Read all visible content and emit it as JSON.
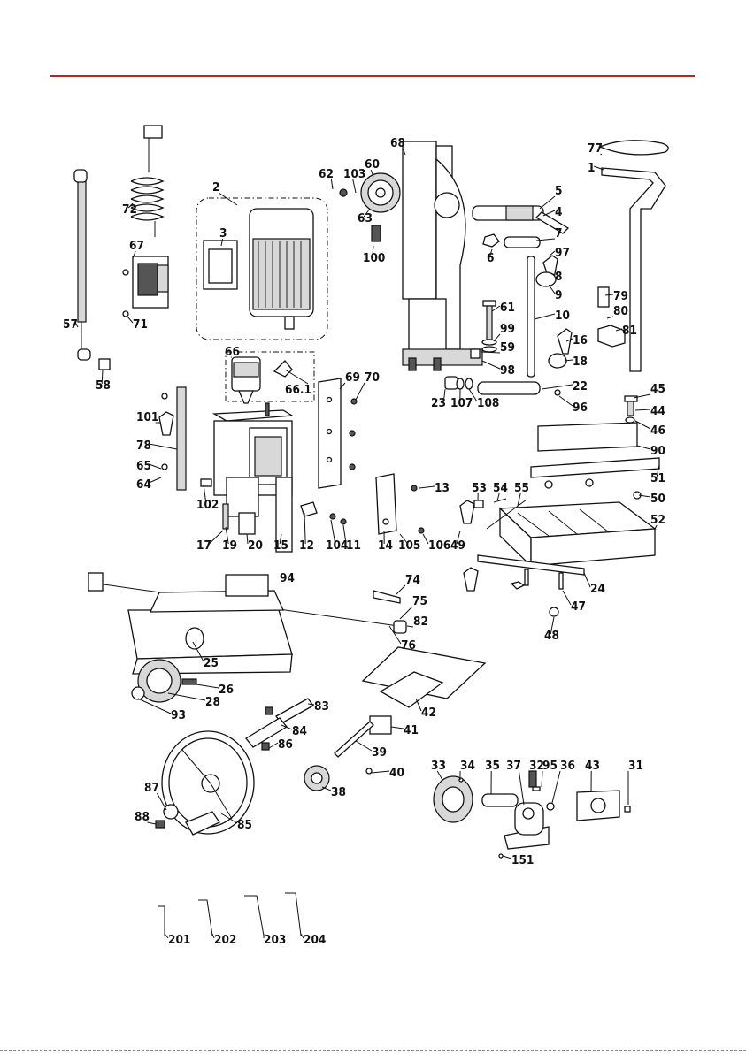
{
  "header": {
    "rule_color": "#b22a1a"
  },
  "assemblies": {
    "motor": {
      "label": "2"
    },
    "drill_chuck": {
      "label": "66"
    }
  },
  "callouts": [
    {
      "id": "77",
      "text": "77"
    },
    {
      "id": "1",
      "text": "1"
    },
    {
      "id": "68",
      "text": "68"
    },
    {
      "id": "60",
      "text": "60"
    },
    {
      "id": "62",
      "text": "62"
    },
    {
      "id": "103",
      "text": "103"
    },
    {
      "id": "2",
      "text": "2"
    },
    {
      "id": "72",
      "text": "72"
    },
    {
      "id": "3",
      "text": "3"
    },
    {
      "id": "5",
      "text": "5"
    },
    {
      "id": "4",
      "text": "4"
    },
    {
      "id": "63",
      "text": "63"
    },
    {
      "id": "7",
      "text": "7"
    },
    {
      "id": "6",
      "text": "6"
    },
    {
      "id": "97",
      "text": "97"
    },
    {
      "id": "100",
      "text": "100"
    },
    {
      "id": "67",
      "text": "67"
    },
    {
      "id": "8",
      "text": "8"
    },
    {
      "id": "9",
      "text": "9"
    },
    {
      "id": "79",
      "text": "79"
    },
    {
      "id": "80",
      "text": "80"
    },
    {
      "id": "81",
      "text": "81"
    },
    {
      "id": "57",
      "text": "57"
    },
    {
      "id": "71",
      "text": "71"
    },
    {
      "id": "61",
      "text": "61"
    },
    {
      "id": "99",
      "text": "99"
    },
    {
      "id": "59",
      "text": "59"
    },
    {
      "id": "10",
      "text": "10"
    },
    {
      "id": "16",
      "text": "16"
    },
    {
      "id": "18",
      "text": "18"
    },
    {
      "id": "98",
      "text": "98"
    },
    {
      "id": "58",
      "text": "58"
    },
    {
      "id": "66",
      "text": "66"
    },
    {
      "id": "66.1",
      "text": "66.1"
    },
    {
      "id": "69",
      "text": "69"
    },
    {
      "id": "70",
      "text": "70"
    },
    {
      "id": "23",
      "text": "23"
    },
    {
      "id": "107",
      "text": "107"
    },
    {
      "id": "108",
      "text": "108"
    },
    {
      "id": "22",
      "text": "22"
    },
    {
      "id": "96",
      "text": "96"
    },
    {
      "id": "45",
      "text": "45"
    },
    {
      "id": "44",
      "text": "44"
    },
    {
      "id": "46",
      "text": "46"
    },
    {
      "id": "101",
      "text": "101"
    },
    {
      "id": "78",
      "text": "78"
    },
    {
      "id": "90",
      "text": "90"
    },
    {
      "id": "65",
      "text": "65"
    },
    {
      "id": "64",
      "text": "64"
    },
    {
      "id": "13",
      "text": "13"
    },
    {
      "id": "53",
      "text": "53"
    },
    {
      "id": "54",
      "text": "54"
    },
    {
      "id": "55",
      "text": "55"
    },
    {
      "id": "51",
      "text": "51"
    },
    {
      "id": "50",
      "text": "50"
    },
    {
      "id": "102",
      "text": "102"
    },
    {
      "id": "52",
      "text": "52"
    },
    {
      "id": "17",
      "text": "17"
    },
    {
      "id": "19",
      "text": "19"
    },
    {
      "id": "20",
      "text": "20"
    },
    {
      "id": "15",
      "text": "15"
    },
    {
      "id": "12",
      "text": "12"
    },
    {
      "id": "104",
      "text": "104"
    },
    {
      "id": "11",
      "text": "11"
    },
    {
      "id": "14",
      "text": "14"
    },
    {
      "id": "105",
      "text": "105"
    },
    {
      "id": "106",
      "text": "106"
    },
    {
      "id": "49",
      "text": "49"
    },
    {
      "id": "94",
      "text": "94"
    },
    {
      "id": "74",
      "text": "74"
    },
    {
      "id": "75",
      "text": "75"
    },
    {
      "id": "24",
      "text": "24"
    },
    {
      "id": "82",
      "text": "82"
    },
    {
      "id": "47",
      "text": "47"
    },
    {
      "id": "48",
      "text": "48"
    },
    {
      "id": "76",
      "text": "76"
    },
    {
      "id": "25",
      "text": "25"
    },
    {
      "id": "26",
      "text": "26"
    },
    {
      "id": "28",
      "text": "28"
    },
    {
      "id": "93",
      "text": "93"
    },
    {
      "id": "42",
      "text": "42"
    },
    {
      "id": "83",
      "text": "83"
    },
    {
      "id": "84",
      "text": "84"
    },
    {
      "id": "41",
      "text": "41"
    },
    {
      "id": "86",
      "text": "86"
    },
    {
      "id": "39",
      "text": "39"
    },
    {
      "id": "33",
      "text": "33"
    },
    {
      "id": "34",
      "text": "34"
    },
    {
      "id": "35",
      "text": "35"
    },
    {
      "id": "37",
      "text": "37"
    },
    {
      "id": "32",
      "text": "32"
    },
    {
      "id": "95",
      "text": "95"
    },
    {
      "id": "36",
      "text": "36"
    },
    {
      "id": "43",
      "text": "43"
    },
    {
      "id": "31",
      "text": "31"
    },
    {
      "id": "40",
      "text": "40"
    },
    {
      "id": "38",
      "text": "38"
    },
    {
      "id": "87",
      "text": "87"
    },
    {
      "id": "88",
      "text": "88"
    },
    {
      "id": "85",
      "text": "85"
    },
    {
      "id": "151",
      "text": "151"
    },
    {
      "id": "201",
      "text": "201"
    },
    {
      "id": "202",
      "text": "202"
    },
    {
      "id": "203",
      "text": "203"
    },
    {
      "id": "204",
      "text": "204"
    }
  ]
}
